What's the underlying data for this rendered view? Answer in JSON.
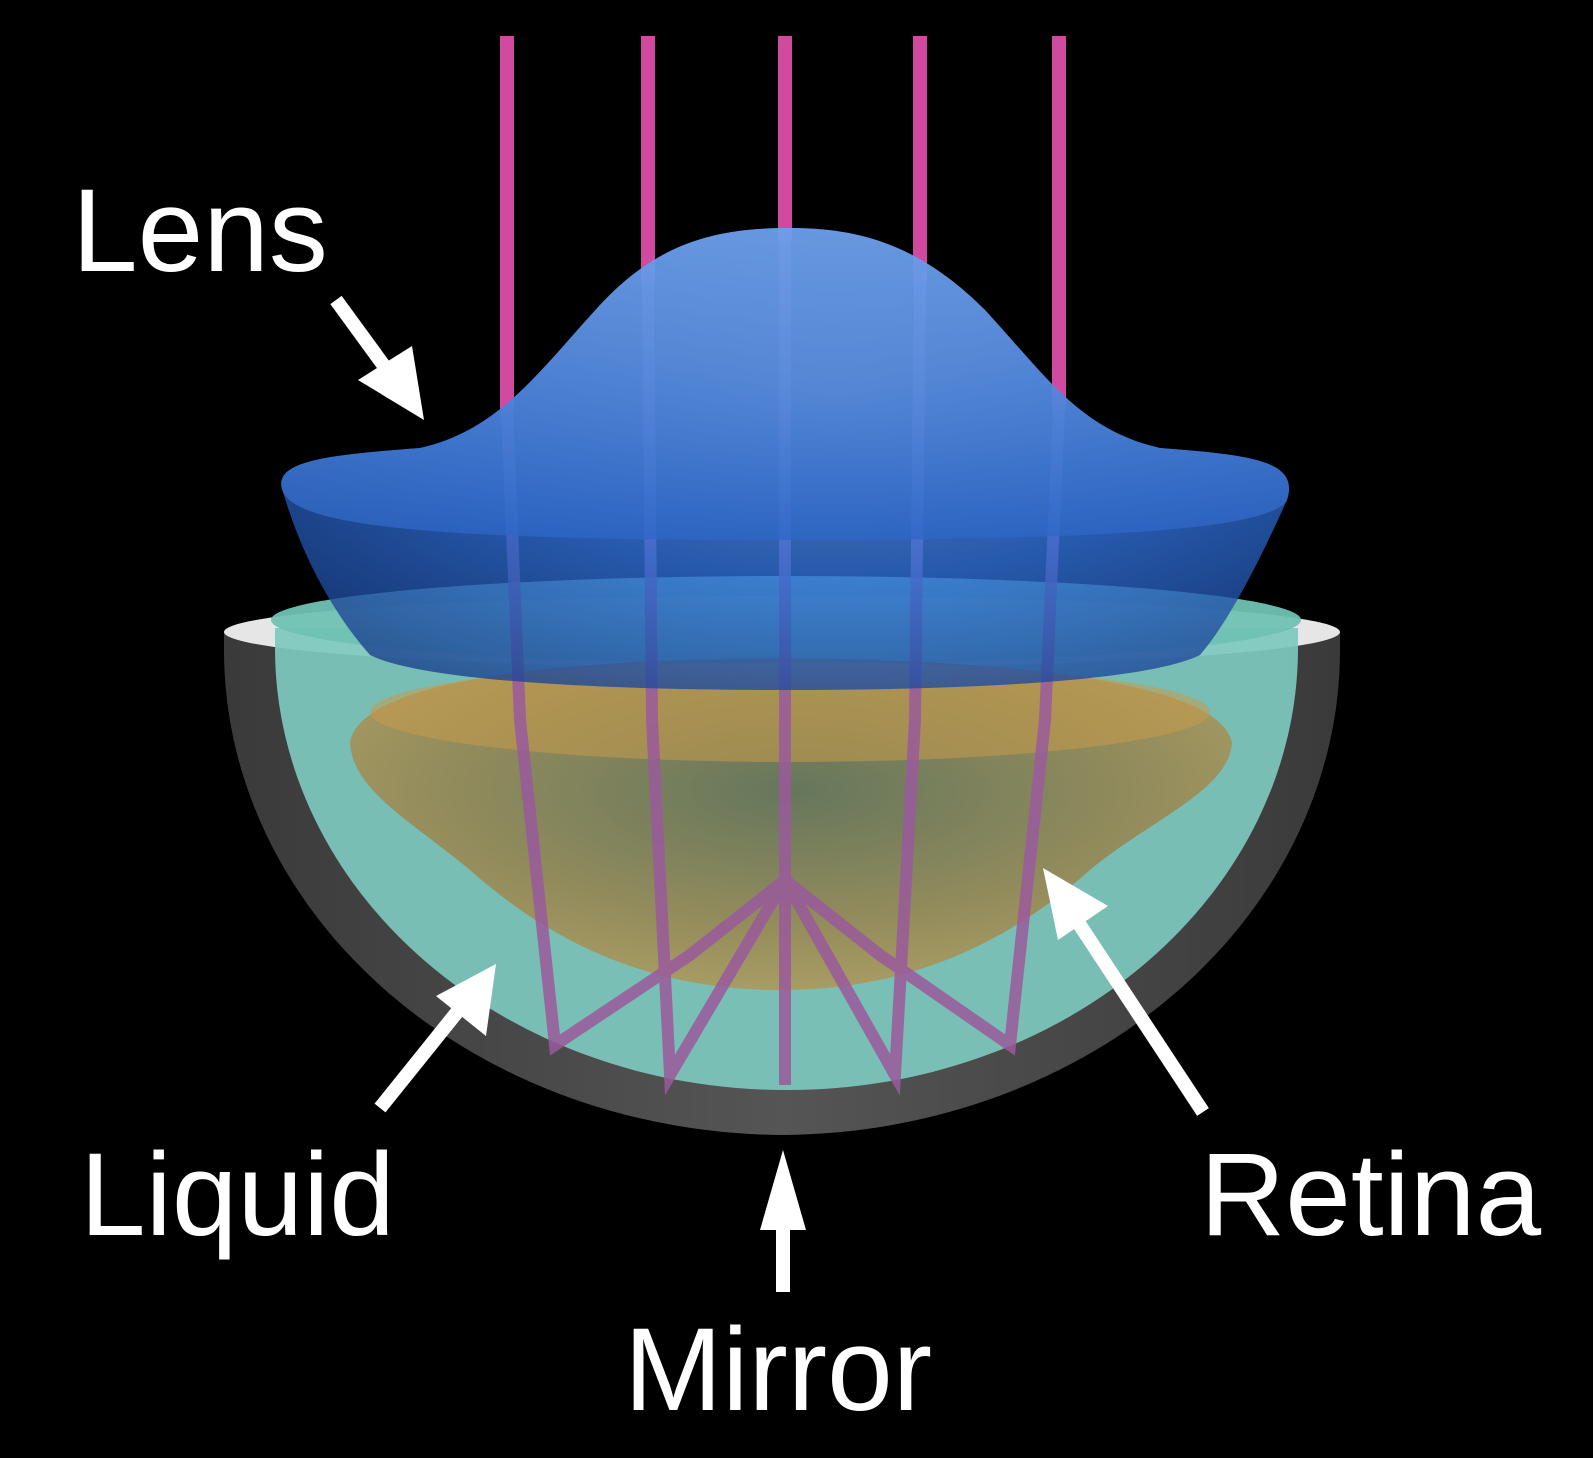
{
  "labels": {
    "lens": "Lens",
    "liquid": "Liquid",
    "mirror": "Mirror",
    "retina": "Retina"
  },
  "colors": {
    "background": "#000000",
    "ray": "#d04aa0",
    "lens": "#2f6fd6",
    "liquid": "#7ec9be",
    "retina": "#b98a3a",
    "mirror": "#4a4a4a",
    "arrow": "#ffffff"
  }
}
